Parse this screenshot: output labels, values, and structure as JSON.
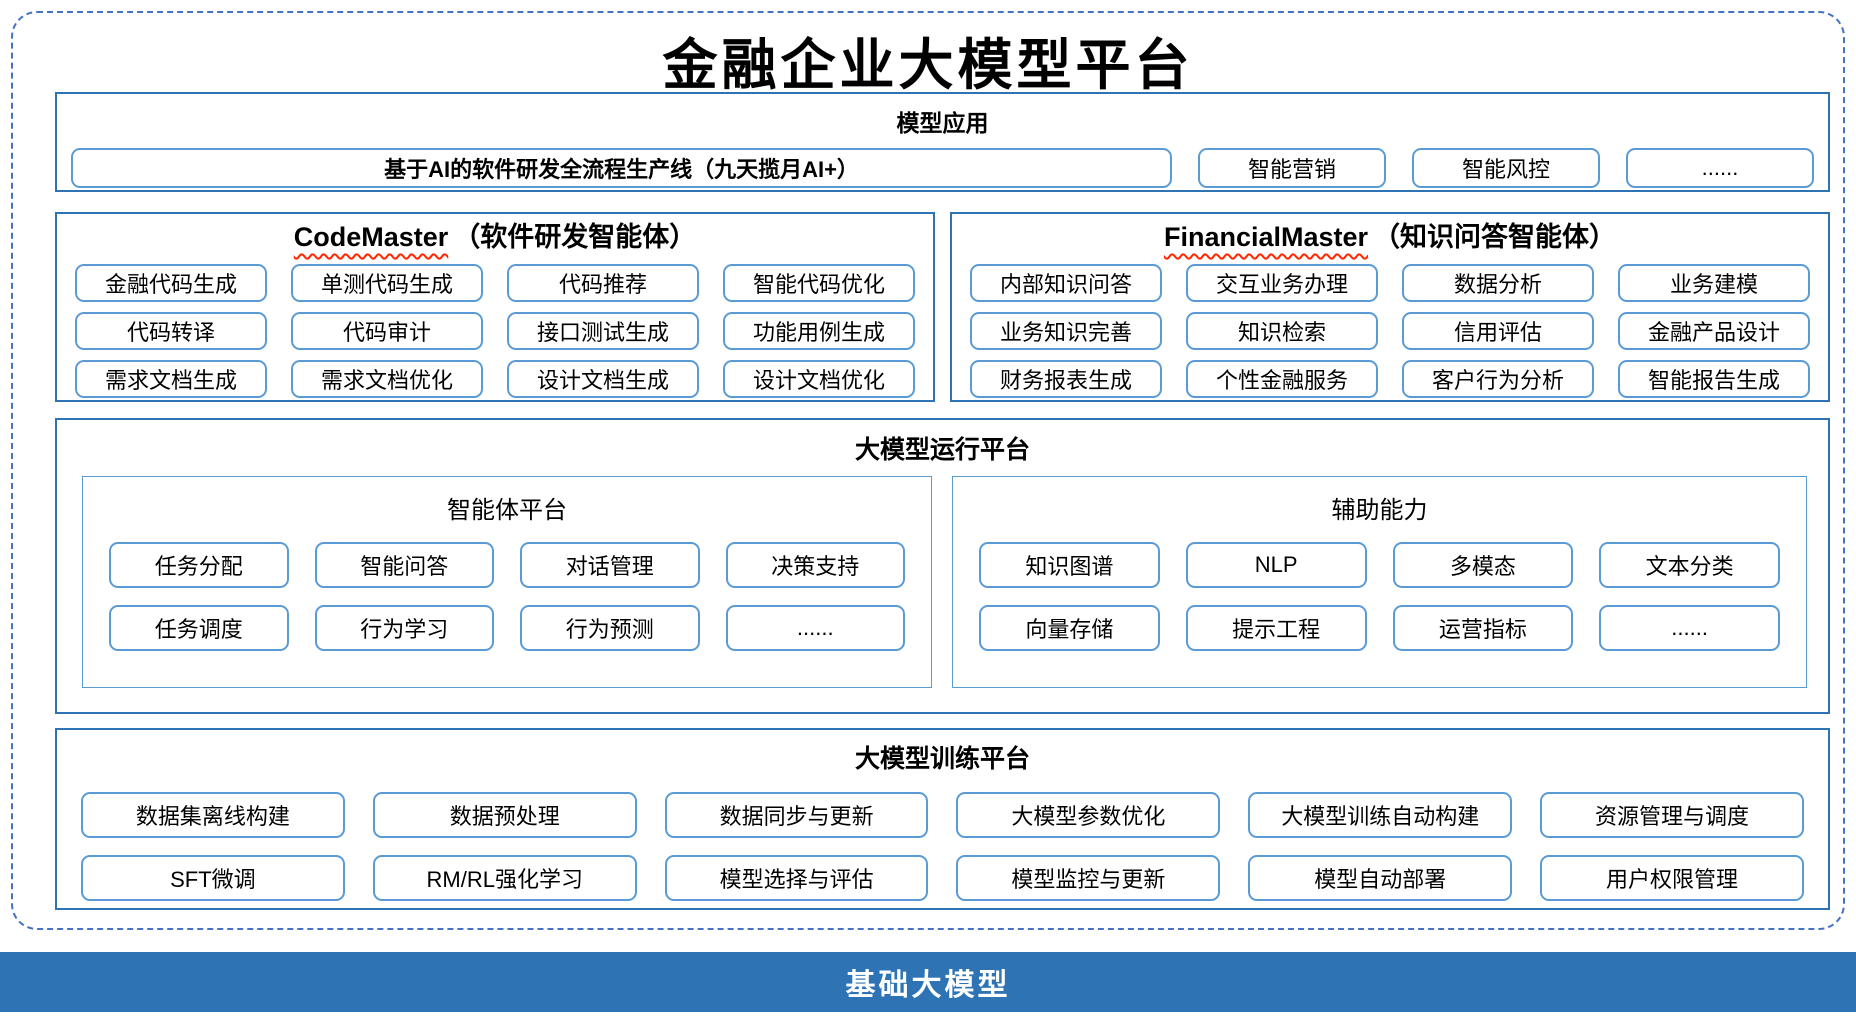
{
  "title": "金融企业大模型平台",
  "colors": {
    "accent_dark": "#2E74B5",
    "accent_light": "#5B9BD5",
    "frame_border": "#4472C4",
    "squiggle": "#FF2600",
    "bar_text": "#FFFFFF"
  },
  "sections": {
    "applications": {
      "header": "模型应用",
      "primary_item": "基于AI的软件研发全流程生产线（九天揽月AI+）",
      "items": [
        "智能营销",
        "智能风控",
        "......"
      ]
    },
    "code_master": {
      "header_en": "CodeMaster",
      "header_zh": "（软件研发智能体）",
      "rows": [
        [
          "金融代码生成",
          "单测代码生成",
          "代码推荐",
          "智能代码优化"
        ],
        [
          "代码转译",
          "代码审计",
          "接口测试生成",
          "功能用例生成"
        ],
        [
          "需求文档生成",
          "需求文档优化",
          "设计文档生成",
          "设计文档优化"
        ]
      ]
    },
    "financial_master": {
      "header_en": "FinancialMaster",
      "header_zh": "（知识问答智能体）",
      "rows": [
        [
          "内部知识问答",
          "交互业务办理",
          "数据分析",
          "业务建模"
        ],
        [
          "业务知识完善",
          "知识检索",
          "信用评估",
          "金融产品设计"
        ],
        [
          "财务报表生成",
          "个性金融服务",
          "客户行为分析",
          "智能报告生成"
        ]
      ]
    },
    "runtime": {
      "header": "大模型运行平台",
      "agent_platform": {
        "header": "智能体平台",
        "rows": [
          [
            "任务分配",
            "智能问答",
            "对话管理",
            "决策支持"
          ],
          [
            "任务调度",
            "行为学习",
            "行为预测",
            "......"
          ]
        ]
      },
      "aux_capabilities": {
        "header": "辅助能力",
        "rows": [
          [
            "知识图谱",
            "NLP",
            "多模态",
            "文本分类"
          ],
          [
            "向量存储",
            "提示工程",
            "运营指标",
            "......"
          ]
        ]
      }
    },
    "training": {
      "header": "大模型训练平台",
      "rows": [
        [
          "数据集离线构建",
          "数据预处理",
          "数据同步与更新",
          "大模型参数优化",
          "大模型训练自动构建",
          "资源管理与调度"
        ],
        [
          "SFT微调",
          "RM/RL强化学习",
          "模型选择与评估",
          "模型监控与更新",
          "模型自动部署",
          "用户权限管理"
        ]
      ]
    },
    "foundation": {
      "label": "基础大模型"
    }
  }
}
